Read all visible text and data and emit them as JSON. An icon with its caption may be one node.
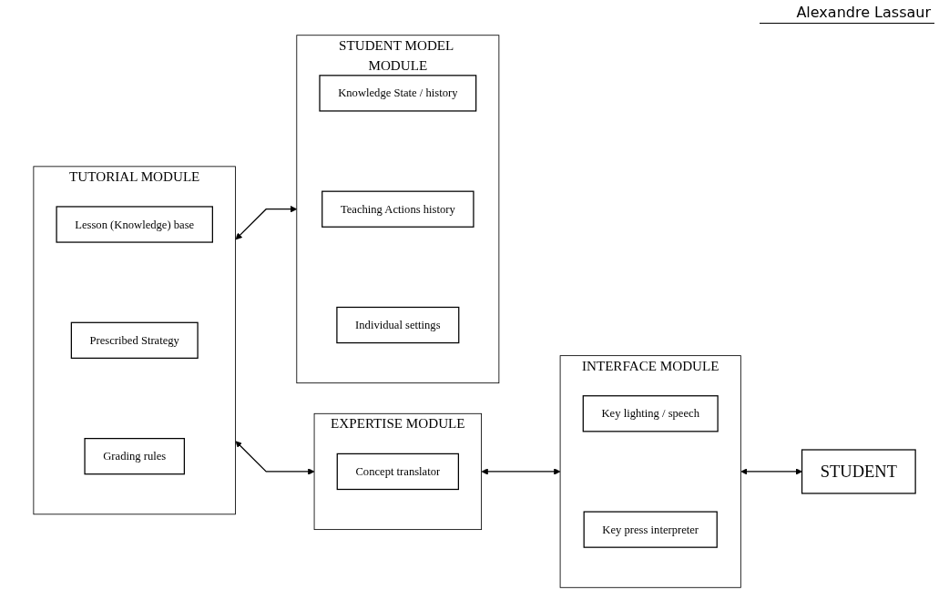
{
  "diagram": {
    "nodes": [
      {
        "text": [
          "TUTORIAL MODULE"
        ]
      },
      {
        "text": [
          "Lesson (Knowledge) base"
        ],
        "in": 0
      },
      {
        "text": [
          "Prescribed Strategy"
        ],
        "in": 0
      },
      {
        "text": [
          "Grading rules"
        ],
        "in": 0
      },
      {
        "text": [
          "EXPERTISE MODULE"
        ]
      },
      {
        "text": [
          "Concept translator"
        ],
        "in": 4
      },
      {
        "text": [
          "INTERFACE MODULE"
        ]
      },
      {
        "text": [
          "Key lighting / speech"
        ],
        "in": 6
      },
      {
        "text": [
          "Key press interpreter"
        ],
        "in": 6
      },
      {
        "text": [
          "STUDENT MODEL MODULE"
        ]
      },
      {
        "text": [
          "Knowledge State / history"
        ],
        "in": 9
      },
      {
        "text": [
          "Teaching Actions history"
        ],
        "in": 9
      },
      {
        "text": [
          "Individual settings"
        ],
        "in": 9
      },
      {
        "text": [
          "STUDENT"
        ]
      }
    ],
    "edges": [
      {
        "from": 0,
        "to": 4,
        "arrow": "both"
      },
      {
        "from": 4,
        "to": 6,
        "arrow": "both"
      },
      {
        "from": 0,
        "to": 9,
        "arrow": "both"
      },
      {
        "from": 6,
        "to": 13,
        "arrow": "both"
      }
    ],
    "labels": [
      "Alexandre Lassaur"
    ]
  }
}
